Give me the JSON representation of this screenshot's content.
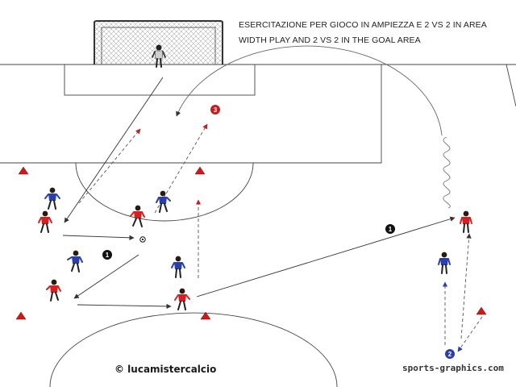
{
  "title_it": "ESERCITAZIONE PER GIOCO IN AMPIEZZA E 2 VS 2 IN AREA",
  "title_en": "WIDTH PLAY AND 2 VS 2 IN THE GOAL AREA",
  "copyright": "© lucamistercalcio",
  "brand": "sports-graphics.com",
  "sequence_labels": {
    "step_1": "1",
    "step_2": "2",
    "step_3": "3"
  },
  "colors": {
    "line": "#333333",
    "red_team": "#d42020",
    "blue_team": "#2b3fa8",
    "cone": "#cc1a1a",
    "marker_dark": "#111111",
    "marker_red": "#c41e1e",
    "marker_blue": "#2b3fa8"
  }
}
